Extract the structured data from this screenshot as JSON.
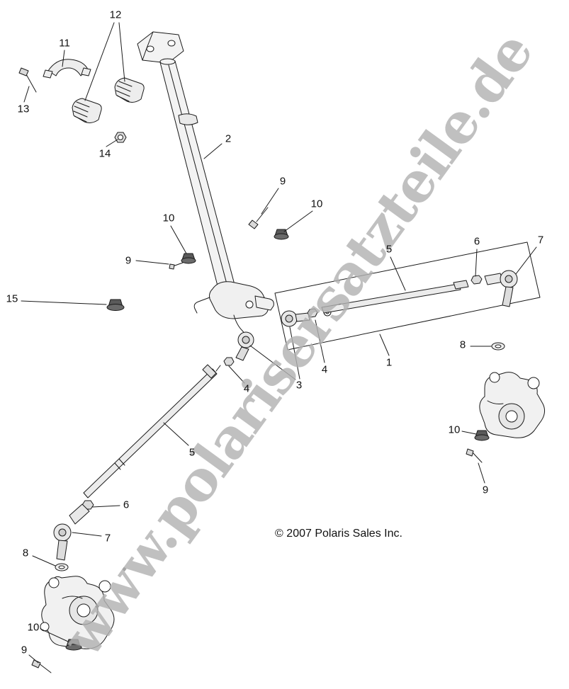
{
  "diagram": {
    "watermark": "www.polarisersatzteile.de",
    "copyright": "© 2007 Polaris Sales Inc.",
    "colors": {
      "line": "#1a1a1a",
      "watermark": "#8c8c8c",
      "fill_light": "#f3f3f3",
      "fill_dark": "#5a5a5a"
    },
    "callouts": [
      {
        "label": "12"
      },
      {
        "label": "11"
      },
      {
        "label": "13"
      },
      {
        "label": "14"
      },
      {
        "label": "2"
      },
      {
        "label": "9"
      },
      {
        "label": "10"
      },
      {
        "label": "10"
      },
      {
        "label": "9"
      },
      {
        "label": "5"
      },
      {
        "label": "6"
      },
      {
        "label": "7"
      },
      {
        "label": "15"
      },
      {
        "label": "8"
      },
      {
        "label": "1"
      },
      {
        "label": "4"
      },
      {
        "label": "3"
      },
      {
        "label": "4"
      },
      {
        "label": "5"
      },
      {
        "label": "10"
      },
      {
        "label": "9"
      },
      {
        "label": "6"
      },
      {
        "label": "7"
      },
      {
        "label": "8"
      },
      {
        "label": "10"
      },
      {
        "label": "9"
      }
    ]
  }
}
